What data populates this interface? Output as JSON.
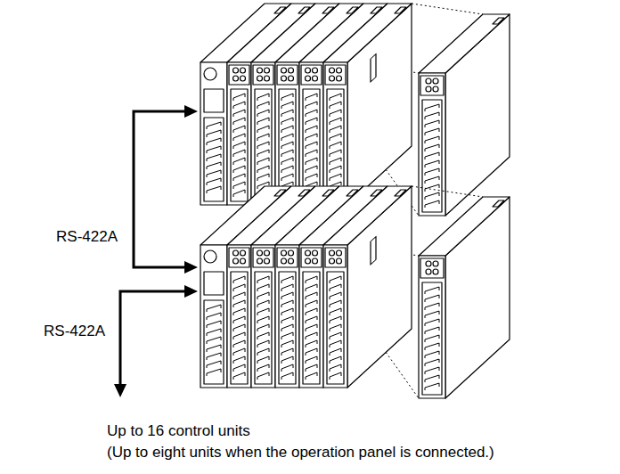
{
  "diagram": {
    "labels": [
      "RS-422A",
      "RS-422A",
      "Up to 16 control units",
      "(Up to eight units when the operation panel is connected.)"
    ]
  }
}
